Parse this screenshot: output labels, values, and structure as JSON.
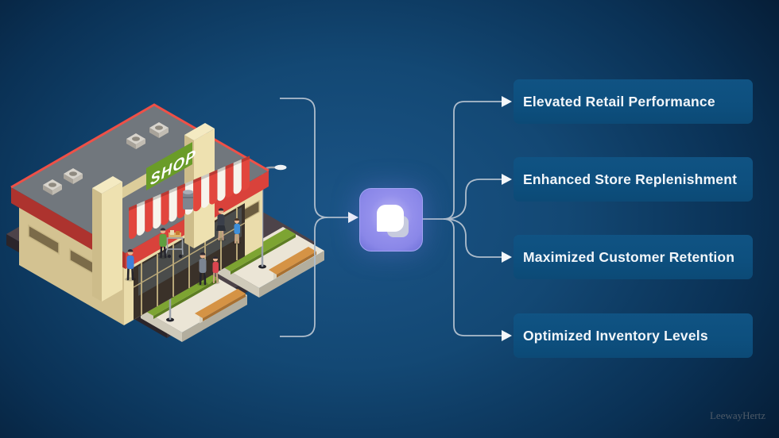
{
  "diagram": {
    "source": {
      "sign_label": "SHOP"
    },
    "hub": {
      "icon": "layers-copy-icon"
    },
    "outcomes": [
      {
        "label": "Elevated Retail Performance"
      },
      {
        "label": "Enhanced Store Replenishment"
      },
      {
        "label": "Maximized Customer Retention"
      },
      {
        "label": "Optimized Inventory Levels"
      }
    ],
    "colors": {
      "background_center": "#1b5486",
      "background_edge": "#020b18",
      "outcome_box": "#0d4f7e",
      "outcome_text": "#f2f6fa",
      "hub_fill": "#8a87e8",
      "connector": "#aebdcc",
      "arrowhead": "#f4f7fa",
      "shop_roof_gray": "#71777d",
      "shop_red": "#d9423b",
      "shop_wall_cream": "#eadcab",
      "sign_green": "#6a9c28"
    }
  },
  "watermark": "LeewayHertz"
}
